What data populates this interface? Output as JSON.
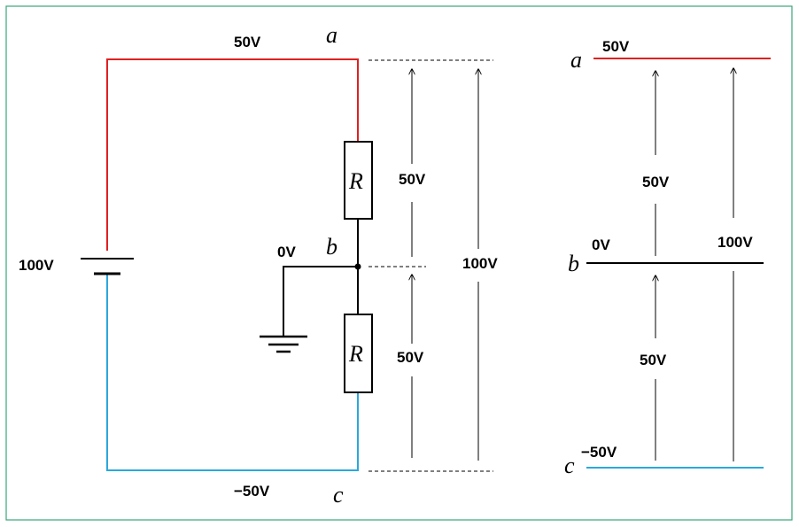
{
  "colors": {
    "border": "#3aa67a",
    "positive_wire": "#e02020",
    "negative_wire": "#2aa8dc",
    "wire": "#000000"
  },
  "circuit": {
    "battery_voltage": "100V",
    "node_a": {
      "name": "a",
      "potential": "50V"
    },
    "node_b": {
      "name": "b",
      "potential": "0V"
    },
    "node_c": {
      "name": "c",
      "potential": "−50V"
    },
    "resistor_top_label": "R",
    "resistor_bottom_label": "R",
    "drop_ab": "50V",
    "drop_bc": "50V",
    "drop_ac": "100V",
    "ground_icon": "ground-icon"
  },
  "potential_diagram": {
    "level_a": {
      "name": "a",
      "potential": "50V"
    },
    "level_b": {
      "name": "b",
      "potential": "0V"
    },
    "level_c": {
      "name": "c",
      "potential": "−50V"
    },
    "drop_ab": "50V",
    "drop_bc": "50V",
    "drop_ac": "100V"
  }
}
